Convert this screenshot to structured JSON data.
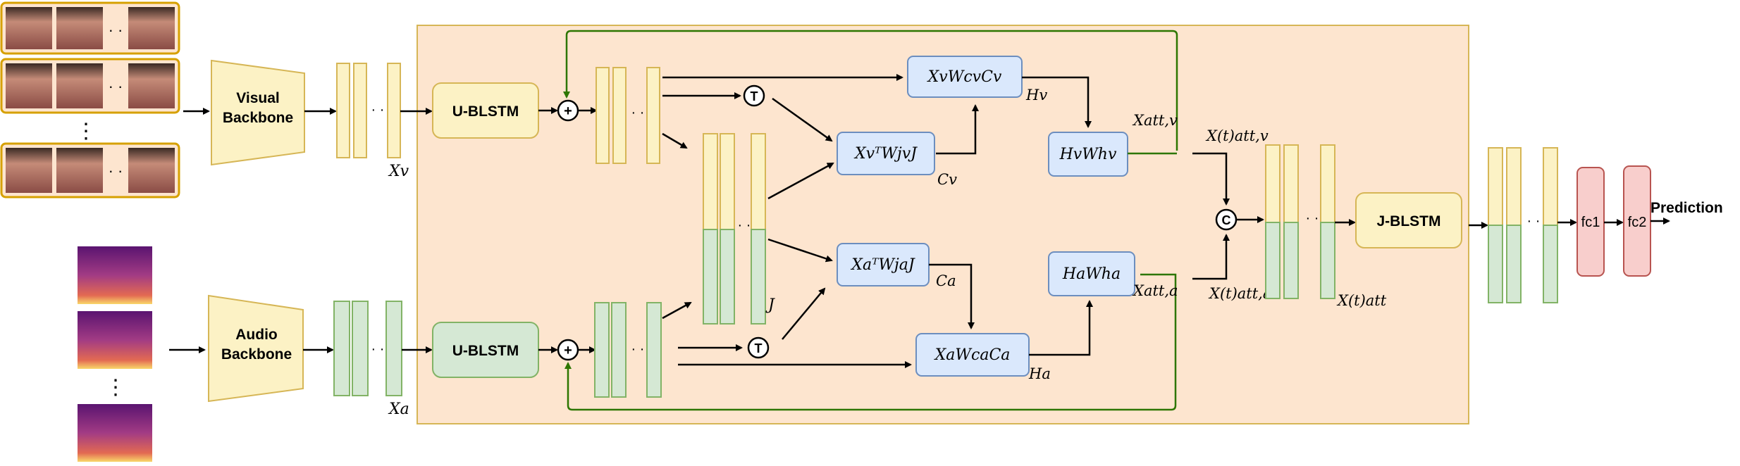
{
  "inputs": {
    "visual_backbone": [
      "Visual",
      "Backbone"
    ],
    "audio_backbone": [
      "Audio",
      "Backbone"
    ],
    "dots": "· ·",
    "vdots": "⋮"
  },
  "blocks": {
    "ublstm_visual": "U-BLSTM",
    "ublstm_audio": "U-BLSTM",
    "jblstm": "J-BLSTM",
    "fc1": "fc1",
    "fc2": "fc2",
    "prediction": "Prediction"
  },
  "ops": {
    "plus": "+",
    "transpose": "T",
    "concat": "C"
  },
  "formulas": {
    "xv_wcv_cv": "XvWcvCv",
    "xvT_wjv_j": "XvᵀWjvJ",
    "xaT_wja_j": "XaᵀWjaJ",
    "xa_wca_ca": "XaWcaCa",
    "hv_whv": "HvWhv",
    "ha_wha": "HaWha"
  },
  "labels": {
    "xv": "Xv",
    "xa": "Xa",
    "hv": "Hv",
    "ha": "Ha",
    "cv": "Cv",
    "ca": "Ca",
    "j": "J",
    "xatt_v": "Xatt,v",
    "xatt_a": "Xatt,a",
    "xatt_v_t": "X(t)att,v",
    "xatt_a_t": "X(t)att,a",
    "xatt_t": "X(t)att"
  },
  "colors": {
    "yellow_fill": "#fcf2c5",
    "yellow_stroke": "#d6b656",
    "green_fill": "#d5e8d4",
    "green_stroke": "#82b366",
    "blue_fill": "#dae8fc",
    "blue_stroke": "#6c8ebf",
    "red_fill": "#f8cecc",
    "red_stroke": "#b85450",
    "orange_bg": "#fde5cf",
    "orange_stroke": "#d6b656",
    "skip_arrow": "#2d7600"
  }
}
